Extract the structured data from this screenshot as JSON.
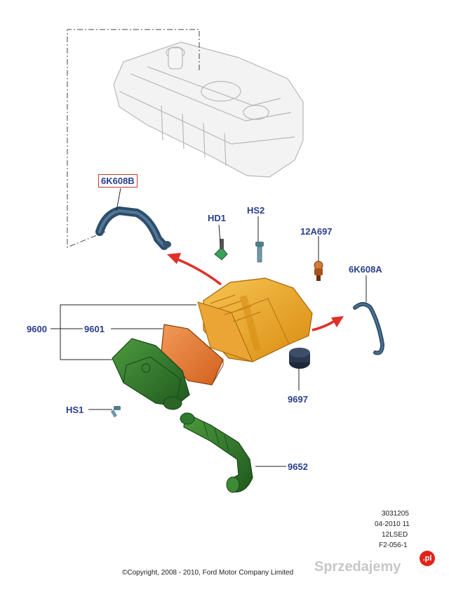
{
  "parts": {
    "p6K608B": "6K608B",
    "HD1": "HD1",
    "HS2": "HS2",
    "p12A697": "12A697",
    "p6K608A": "6K608A",
    "p9600": "9600",
    "p9601": "9601",
    "p9697": "9697",
    "HS1": "HS1",
    "p9652": "9652"
  },
  "meta": {
    "line1": "3031205",
    "line2": "04-2010 11",
    "line3": "12LSED",
    "line4": "F2-056-1"
  },
  "copyright": "©Copyright, 2008 - 2010, Ford Motor Company Limited",
  "watermark": {
    "text": "Sprzedajemy",
    "badge": ".pl"
  },
  "colors": {
    "label": "#2a3e8c",
    "highlight_box": "#c0392b",
    "arrow": "#e0302a",
    "air_box_lid": "#f0a824",
    "filter": "#e4762f",
    "air_box_base": "#2f7a2d",
    "hose": "#2d4f70",
    "cap": "#253246"
  }
}
